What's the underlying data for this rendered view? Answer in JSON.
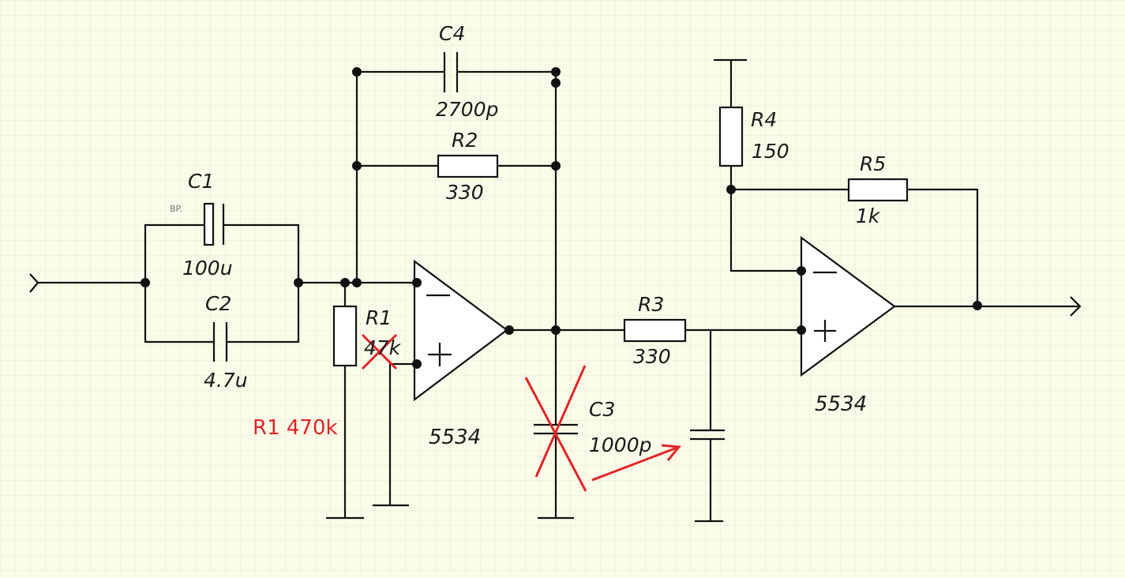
{
  "components": {
    "c1": {
      "name": "C1",
      "value": "100u",
      "tag": "BP."
    },
    "c2": {
      "name": "C2",
      "value": "4.7u"
    },
    "c3": {
      "name": "C3",
      "value": "1000p"
    },
    "c4": {
      "name": "C4",
      "value": "2700p"
    },
    "r1": {
      "name": "R1",
      "value": "47k"
    },
    "r2": {
      "name": "R2",
      "value": "330"
    },
    "r3": {
      "name": "R3",
      "value": "330"
    },
    "r4": {
      "name": "R4",
      "value": "150"
    },
    "r5": {
      "name": "R5",
      "value": "1k"
    },
    "u1": {
      "name": "5534"
    },
    "u2": {
      "name": "5534"
    }
  },
  "annotation": {
    "text": "R1 470k"
  },
  "colors": {
    "background": "#fbfbea",
    "grid": "#e7e7cf",
    "wire": "#111111",
    "annotation": "#e02626"
  }
}
